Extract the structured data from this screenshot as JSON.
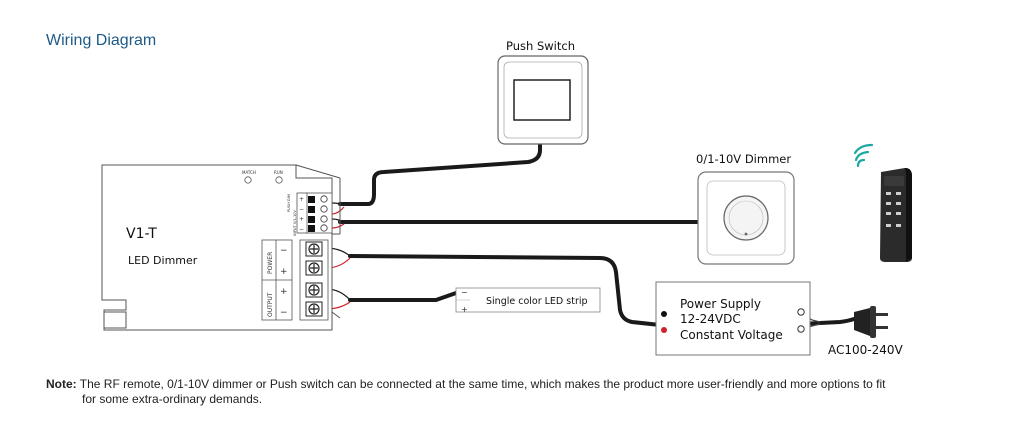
{
  "title": "Wiring Diagram",
  "labels": {
    "push_switch": "Push Switch",
    "dimmer_0_10v": "0/1-10V Dimmer",
    "device_model": "V1-T",
    "device_subtitle": "LED Dimmer",
    "led_strip": "Single color LED strip",
    "psu_line1": "Power Supply",
    "psu_line2": "12-24VDC",
    "psu_line3": "Constant Voltage",
    "ac_input": "AC100-240V"
  },
  "device_markings": {
    "match": "MATCH",
    "run": "RUN",
    "push_dim": "PUSH DIM",
    "input_010v": "INPUT 0/1-10V",
    "power": "POWER",
    "output": "OUTPUT",
    "plus": "+",
    "minus": "−"
  },
  "note": {
    "label": "Note:",
    "line1": "The RF remote, 0/1-10V dimmer or Push switch can be connected at the same time, which makes the product more user-friendly and more options to fit",
    "line2": "for some extra-ordinary demands."
  },
  "colors": {
    "title": "#1f5a87",
    "wire_black": "#1a1a1a",
    "wire_red": "#d0202a",
    "outline": "#555555",
    "remote": "#2b2b2b"
  },
  "icons": [
    "wifi-signal-icon",
    "ac-plug-icon",
    "rf-remote-icon"
  ]
}
